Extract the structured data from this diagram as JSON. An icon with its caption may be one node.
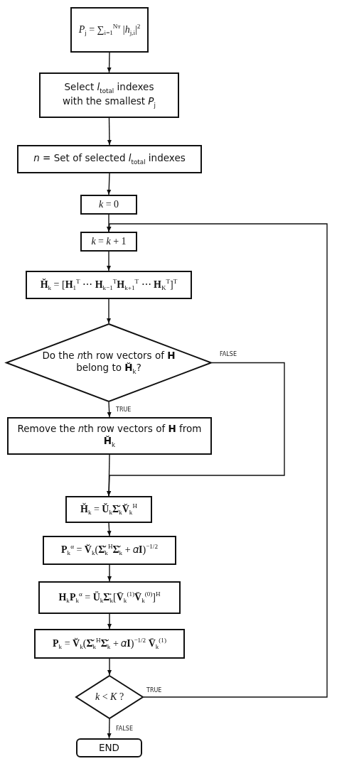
{
  "diagram": {
    "nodes": [
      {
        "text": [
          "*P*$_{j}$ = ∑$_{i=1}$$^{Nᴛ}$ |*h*$_{j,i}$|$^{2}$"
        ]
      },
      {
        "text": [
          "Select *l*$_{total}$ indexes with the smallest *P*$_{j}$"
        ]
      },
      {
        "text": [
          "*n* = Set of selected *l*$_{total}$ indexes"
        ]
      },
      {
        "text": [
          "*k* = 0"
        ]
      },
      {
        "text": [
          "*k* = *k* + 1"
        ]
      },
      {
        "text": [
          "**H̆**$_{k}$ = [**H**$_{1}$$^{T}$ ⋯ **H**$_{k−1}$$^{T}$**H**$_{k+1}$$^{T}$ ⋯ **H**$_{K}$$^{T}$]$^{T}$"
        ]
      },
      {
        "text": [
          "Do the 𝑛th row vectors of **H** belong to **H̆**$_{k}$?"
        ]
      },
      {
        "text": [
          "Remove the 𝑛th row vectors of **H** from **H̆**$_{k}$"
        ]
      },
      {
        "text": [
          "**H̆**$_{k}$ = **Ŭ**$_{k}$**Σ̆**$_{k}$**V̆**$_{k}$$^{H}$"
        ]
      },
      {
        "text": [
          "**P**$_{k}$$^{α}$ = **V̆**$_{k}$(**Σ̆**$_{k}$$^{H}$**Σ̆**$_{k}$ + 𝛼**I**)$^{−1/2}$"
        ]
      },
      {
        "text": [
          "**H**$_{k}$**P**$_{k}$$^{α}$ = **Ü**$_{k}$**Σ̈**$_{k}$[**V̈**$_{k}$$^{(1)}$**V̈**$_{k}$$^{(0)}$]$^{H}$"
        ]
      },
      {
        "text": [
          "**P**$_{k}$ = **V̆**$_{k}$(**Σ̆**$_{k}$$^{H}$**Σ̆**$_{k}$ + 𝛼**I**)$^{−1/2}$ **V̈**$_{k}$$^{(1)}$"
        ]
      },
      {
        "text": [
          "*k* < *K* ?"
        ]
      },
      {
        "text": [
          "END"
        ]
      }
    ],
    "edges": [
      {
        "from": 0,
        "to": 1,
        "arrow": "to"
      },
      {
        "from": 1,
        "to": 2,
        "arrow": "to"
      },
      {
        "from": 2,
        "to": 3,
        "arrow": "to"
      },
      {
        "from": 3,
        "to": 4,
        "arrow": "to"
      },
      {
        "from": 4,
        "to": 5,
        "arrow": "to"
      },
      {
        "from": 5,
        "to": 6,
        "arrow": "to"
      },
      {
        "from": 6,
        "to": 7,
        "arrow": "to",
        "label": "TRUE"
      },
      {
        "from": 7,
        "to": 8,
        "arrow": "to"
      },
      {
        "from": 6,
        "to": 8,
        "arrow": "to",
        "label": "FALSE"
      },
      {
        "from": 8,
        "to": 9,
        "arrow": "to"
      },
      {
        "from": 9,
        "to": 10,
        "arrow": "to"
      },
      {
        "from": 10,
        "to": 11,
        "arrow": "to"
      },
      {
        "from": 11,
        "to": 12,
        "arrow": "to"
      },
      {
        "from": 12,
        "to": 4,
        "arrow": "to",
        "label": "TRUE"
      },
      {
        "from": 12,
        "to": 13,
        "arrow": "to",
        "label": "FALSE"
      }
    ]
  }
}
